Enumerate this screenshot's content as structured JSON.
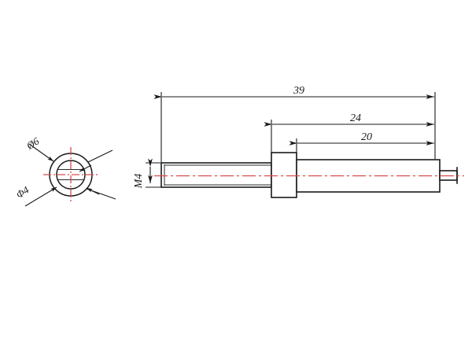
{
  "drawing": {
    "type": "mechanical-part-drawing",
    "title": "Threaded shaft part drawing",
    "views": [
      {
        "name": "end-view",
        "label": ""
      },
      {
        "name": "side-view",
        "label": ""
      }
    ],
    "linear_dimensions": [
      {
        "id": "overall-length",
        "value": "39",
        "unit": "mm"
      },
      {
        "id": "collar-to-end",
        "value": "24",
        "unit": "mm"
      },
      {
        "id": "shaft-to-end",
        "value": "20",
        "unit": "mm"
      }
    ],
    "thread_callout": {
      "id": "thread-size",
      "value": "M4"
    },
    "diameter_callouts": [
      {
        "id": "outer-diameter",
        "value": "Ø6"
      },
      {
        "id": "inner-diameter",
        "value": "Φ4"
      }
    ],
    "colors": {
      "outline": "#1a1a1a",
      "centerline": "#d94a4a",
      "background": "#ffffff"
    }
  }
}
